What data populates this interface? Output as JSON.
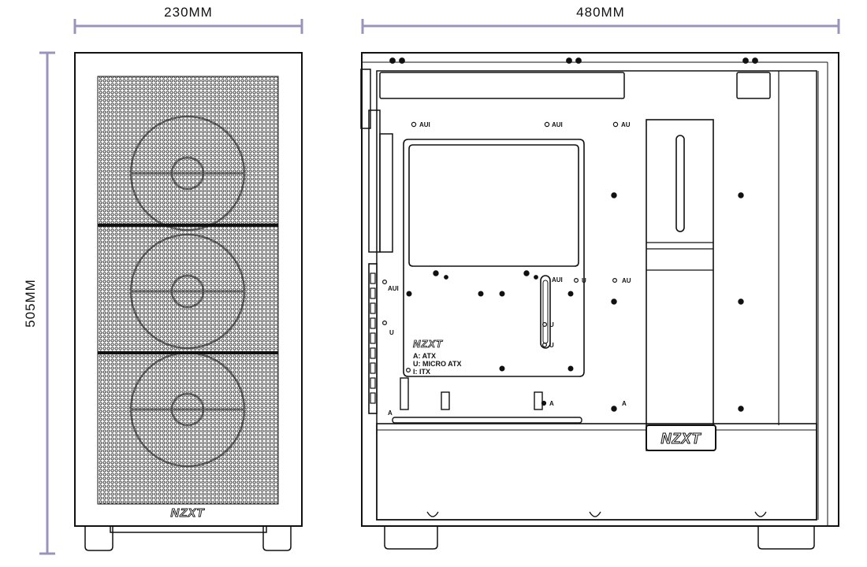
{
  "dimensions": {
    "width": "230MM",
    "depth": "480MM",
    "height": "505MM"
  },
  "front_view": {
    "logo": "NZXT"
  },
  "side_view": {
    "mb_logo": "NZXT",
    "legend": [
      "A: ATX",
      "U: MICRO ATX",
      "I: ITX"
    ],
    "psu_shroud_logo": "NZXT",
    "standoff_labels": {
      "aui": "AUI",
      "au": "AU",
      "u": "U",
      "a": "A"
    }
  },
  "colors": {
    "dimension_line": "#9a94bc",
    "outline": "#111111"
  }
}
